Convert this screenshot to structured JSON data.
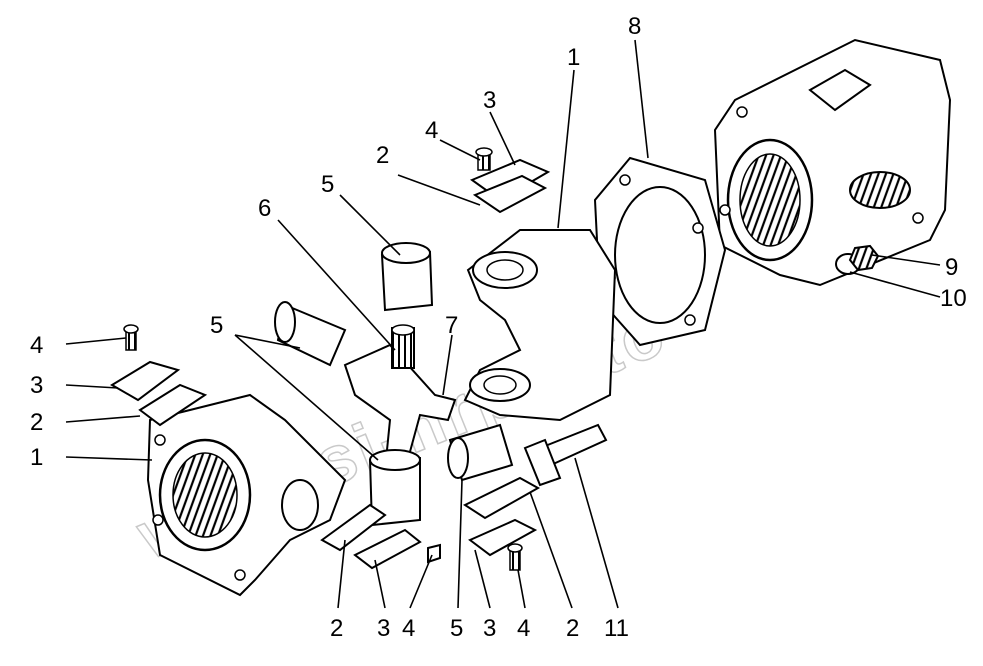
{
  "watermark": "www.si-hrpm.to",
  "callouts": [
    {
      "id": "l-1-top",
      "text": "1"
    },
    {
      "id": "l-8",
      "text": "8"
    },
    {
      "id": "l-3-top",
      "text": "3"
    },
    {
      "id": "l-4-top",
      "text": "4"
    },
    {
      "id": "l-2-top",
      "text": "2"
    },
    {
      "id": "l-5-top",
      "text": "5"
    },
    {
      "id": "l-6",
      "text": "6"
    },
    {
      "id": "l-5-mid",
      "text": "5"
    },
    {
      "id": "l-7",
      "text": "7"
    },
    {
      "id": "l-4-left",
      "text": "4"
    },
    {
      "id": "l-3-left",
      "text": "3"
    },
    {
      "id": "l-2-left",
      "text": "2"
    },
    {
      "id": "l-1-left",
      "text": "1"
    },
    {
      "id": "l-9",
      "text": "9"
    },
    {
      "id": "l-10",
      "text": "10"
    },
    {
      "id": "b-2",
      "text": "2"
    },
    {
      "id": "b-3a",
      "text": "3"
    },
    {
      "id": "b-4a",
      "text": "4"
    },
    {
      "id": "b-5",
      "text": "5"
    },
    {
      "id": "b-3b",
      "text": "3"
    },
    {
      "id": "b-4b",
      "text": "4"
    },
    {
      "id": "b-2b",
      "text": "2"
    },
    {
      "id": "b-11",
      "text": "11"
    }
  ]
}
